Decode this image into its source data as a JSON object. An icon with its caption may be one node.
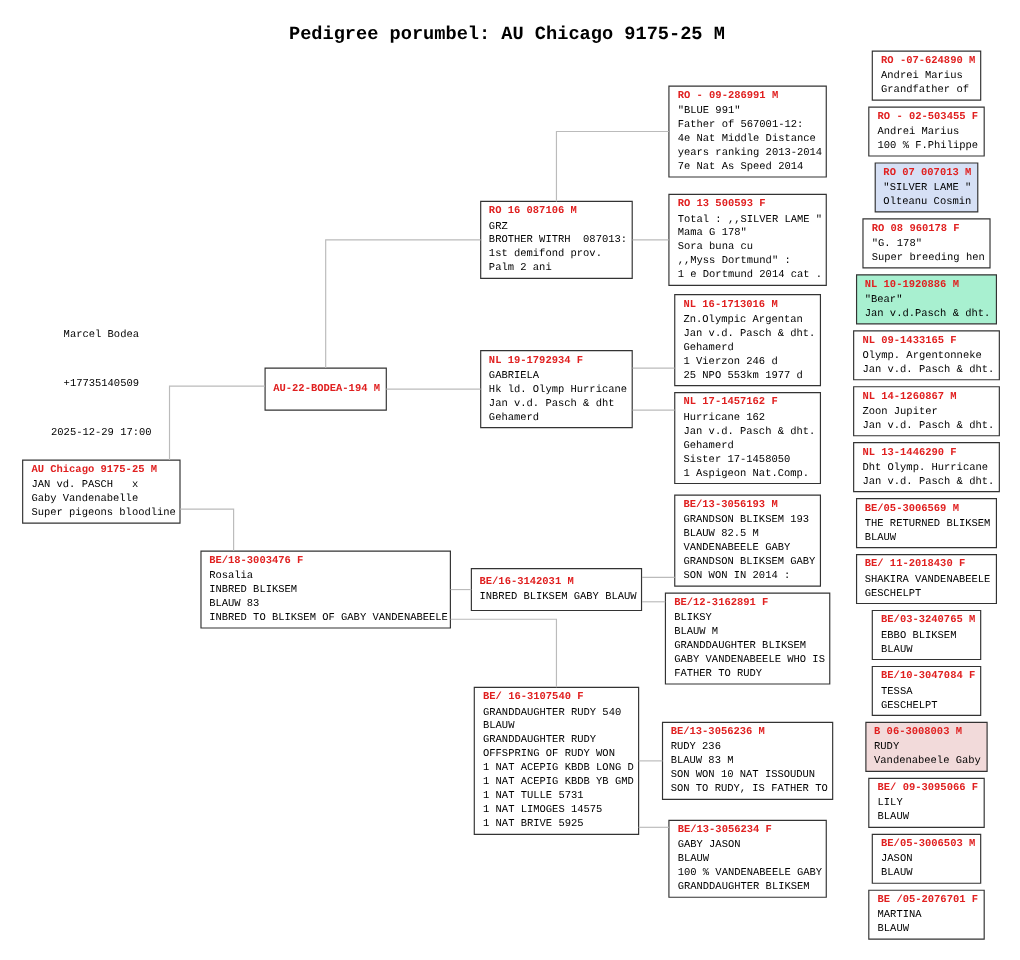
{
  "diagram": {
    "title": "Pedigree porumbel: AU Chicago 9175-25 M",
    "nodes": [
      {
        "text": [
          "AU Chicago 9175-25 M",
          "JAN vd. PASCH   x",
          "Gaby Vandenabelle",
          "Super pigeons bloodline"
        ]
      },
      {
        "text": [
          "AU-22-BODEA-194 M"
        ]
      },
      {
        "text": [
          "BE/18-3003476 F",
          "Rosalia",
          "INBRED BLIKSEM",
          "BLAUW 83",
          "INBRED TO BLIKSEM OF GABY VANDENABEELE"
        ]
      },
      {
        "text": [
          "RO 16 087106 M",
          "GRZ",
          "BROTHER WITRH  087013:",
          "1st demifond prov.",
          "Palm 2 ani"
        ]
      },
      {
        "text": [
          "NL 19-1792934 F",
          "GABRIELA",
          "Hk ld. Olymp Hurricane",
          "Jan v.d. Pasch & dht",
          "Gehamerd"
        ]
      },
      {
        "text": [
          "BE/16-3142031 M",
          "INBRED BLIKSEM GABY BLAUW"
        ]
      },
      {
        "text": [
          "BE/ 16-3107540 F",
          "GRANDDAUGHTER RUDY 540",
          "BLAUW",
          "GRANDDAUGHTER RUDY",
          "OFFSPRING OF RUDY WON",
          "1 NAT ACEPIG KBDB LONG D",
          "1 NAT ACEPIG KBDB YB GMD",
          "1 NAT TULLE 5731",
          "1 NAT LIMOGES 14575",
          "1 NAT BRIVE 5925"
        ]
      },
      {
        "text": [
          "RO - 09-286991 M",
          "\"BLUE 991\"",
          "Father of 567001-12:",
          "4e Nat Middle Distance",
          "years ranking 2013-2014",
          "7e Nat As Speed 2014"
        ]
      },
      {
        "text": [
          "RO 13 500593 F",
          "Total : ,,SILVER LAME \"",
          "Mama G 178\"",
          "Sora buna cu",
          ",,Myss Dortmund\" :",
          "1 e Dortmund 2014 cat ."
        ]
      },
      {
        "text": [
          "NL 16-1713016 M",
          "Zn.Olympic Argentan",
          "Jan v.d. Pasch & dht.",
          "Gehamerd",
          "1 Vierzon 246 d",
          "25 NPO 553km 1977 d"
        ]
      },
      {
        "text": [
          "NL 17-1457162 F",
          "Hurricane 162",
          "Jan v.d. Pasch & dht.",
          "Gehamerd",
          "Sister 17-1458050",
          "1 Aspigeon Nat.Comp."
        ]
      },
      {
        "text": [
          "BE/13-3056193 M",
          "GRANDSON BLIKSEM 193",
          "BLAUW 82.5 M",
          "VANDENABEELE GABY",
          "GRANDSON BLIKSEM GABY",
          "SON WON IN 2014 :"
        ]
      },
      {
        "text": [
          "BE/12-3162891 F",
          "BLIKSY",
          "BLAUW M",
          "GRANDDAUGHTER BLIKSEM",
          "GABY VANDENABEELE WHO IS",
          "FATHER TO RUDY"
        ]
      },
      {
        "text": [
          "BE/13-3056236 M",
          "RUDY 236",
          "BLAUW 83 M",
          "SON WON 10 NAT ISSOUDUN",
          "SON TO RUDY, IS FATHER TO"
        ]
      },
      {
        "text": [
          "BE/13-3056234 F",
          "GABY JASON",
          "BLAUW",
          "100 % VANDENABEELE GABY",
          "GRANDDAUGHTER BLIKSEM"
        ]
      },
      {
        "text": [
          "RO -07-624890 M",
          "Andrei Marius",
          "Grandfather of"
        ]
      },
      {
        "text": [
          "RO - 02-503455 F",
          "Andrei Marius",
          "100 % F.Philippe"
        ]
      },
      {
        "text": [
          "RO 07 007013 M",
          "\"SILVER LAME \"",
          "Olteanu Cosmin"
        ]
      },
      {
        "text": [
          "RO 08 960178 F",
          "\"G. 178\"",
          "Super breeding hen"
        ]
      },
      {
        "text": [
          "NL 10-1920886 M",
          "\"Bear\"",
          "Jan v.d.Pasch & dht."
        ]
      },
      {
        "text": [
          "NL 09-1433165 F",
          "Olymp. Argentonneke",
          "Jan v.d. Pasch & dht."
        ]
      },
      {
        "text": [
          "NL 14-1260867 M",
          "Zoon Jupiter",
          "Jan v.d. Pasch & dht."
        ]
      },
      {
        "text": [
          "NL 13-1446290 F",
          "Dht Olymp. Hurricane",
          "Jan v.d. Pasch & dht."
        ]
      },
      {
        "text": [
          "BE/05-3006569 M",
          "THE RETURNED BLIKSEM",
          "BLAUW"
        ]
      },
      {
        "text": [
          "BE/ 11-2018430 F",
          "SHAKIRA VANDENABEELE",
          "GESCHELPT"
        ]
      },
      {
        "text": [
          "BE/03-3240765 M",
          "EBBO BLIKSEM",
          "BLAUW"
        ]
      },
      {
        "text": [
          "BE/10-3047084 F",
          "TESSA",
          "GESCHELPT"
        ]
      },
      {
        "text": [
          "B 06-3008003 M",
          "RUDY",
          "Vandenabeele Gaby"
        ]
      },
      {
        "text": [
          "BE/ 09-3095066 F",
          "LILY",
          "BLAUW"
        ]
      },
      {
        "text": [
          "BE/05-3006503 M",
          "JASON",
          "BLAUW"
        ]
      },
      {
        "text": [
          "BE /05-2076701 F",
          "MARTINA",
          "BLAUW"
        ]
      }
    ],
    "edges": [
      {
        "from": 0,
        "to": 1,
        "arrow": "none"
      },
      {
        "from": 0,
        "to": 2,
        "arrow": "none"
      },
      {
        "from": 1,
        "to": 3,
        "arrow": "none"
      },
      {
        "from": 1,
        "to": 4,
        "arrow": "none"
      },
      {
        "from": 2,
        "to": 5,
        "arrow": "none"
      },
      {
        "from": 2,
        "to": 6,
        "arrow": "none"
      },
      {
        "from": 3,
        "to": 7,
        "arrow": "none"
      },
      {
        "from": 3,
        "to": 8,
        "arrow": "none"
      },
      {
        "from": 4,
        "to": 9,
        "arrow": "none"
      },
      {
        "from": 4,
        "to": 10,
        "arrow": "none"
      },
      {
        "from": 5,
        "to": 11,
        "arrow": "none"
      },
      {
        "from": 5,
        "to": 12,
        "arrow": "none"
      },
      {
        "from": 6,
        "to": 13,
        "arrow": "none"
      },
      {
        "from": 6,
        "to": 14,
        "arrow": "none"
      }
    ],
    "labels": [
      "Marcel Bodea",
      "+17735140509",
      "2025-12-29 17:00"
    ]
  }
}
